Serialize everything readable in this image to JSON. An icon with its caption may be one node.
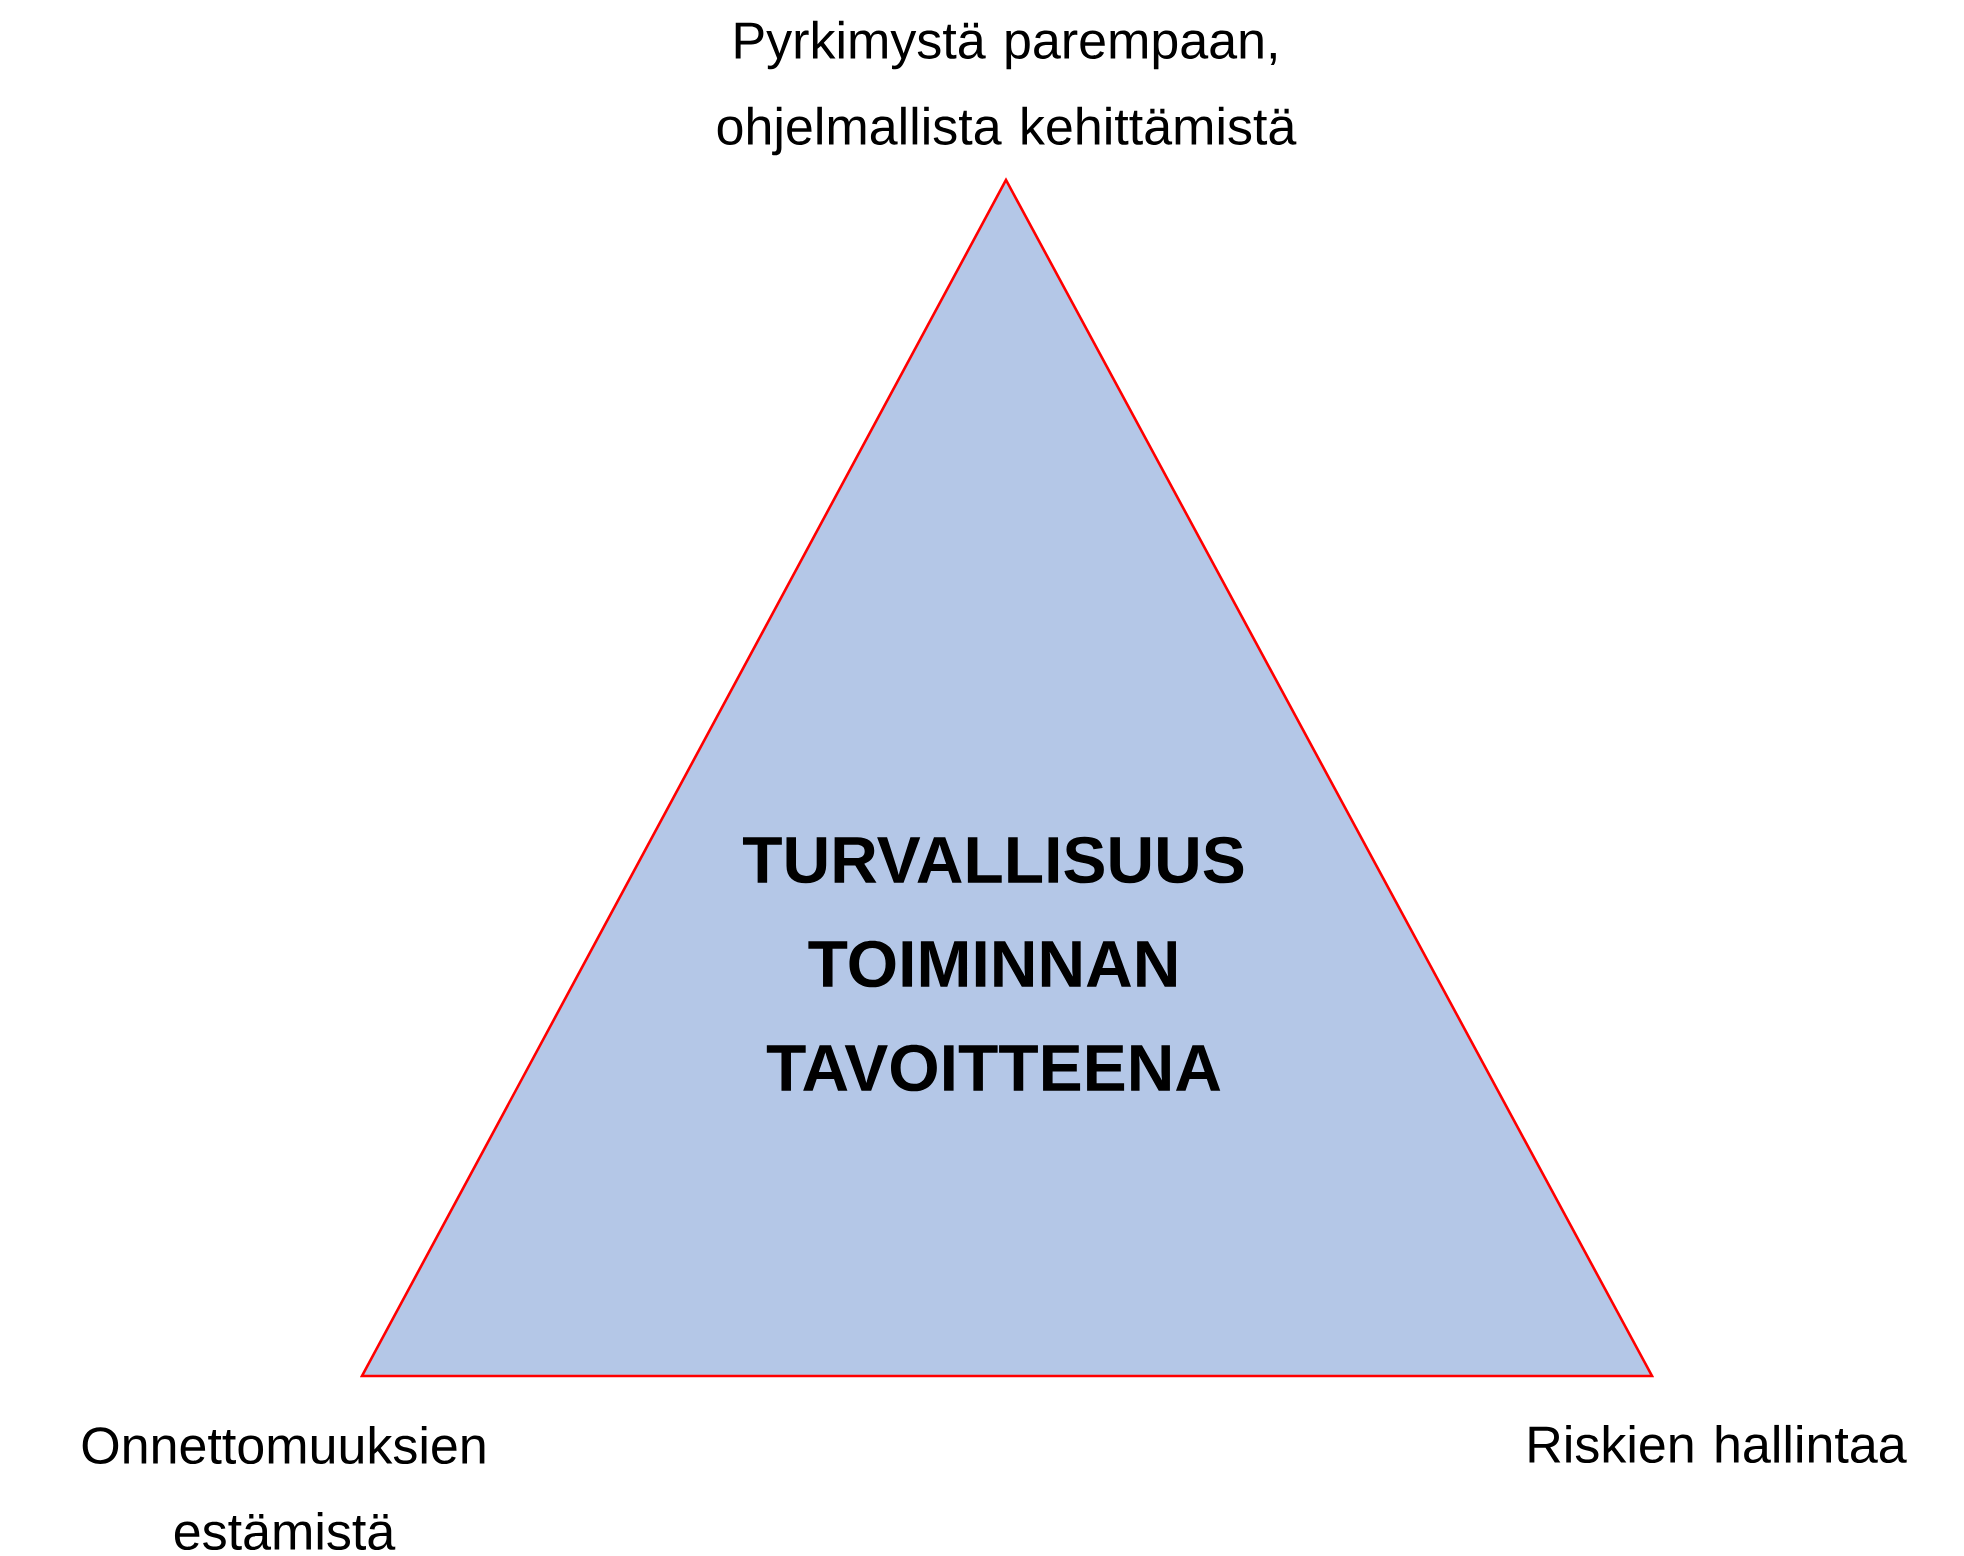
{
  "diagram": {
    "nodes": [
      {
        "text": [
          "TURVALLISUUS TOIMINNAN TAVOITTEENA"
        ]
      }
    ],
    "edges": [],
    "labels": [
      "Pyrkimystä parempaan, ohjelmallista kehittämistä",
      "Onnettomuuksien estämistä",
      "Riskien hallintaa"
    ]
  }
}
